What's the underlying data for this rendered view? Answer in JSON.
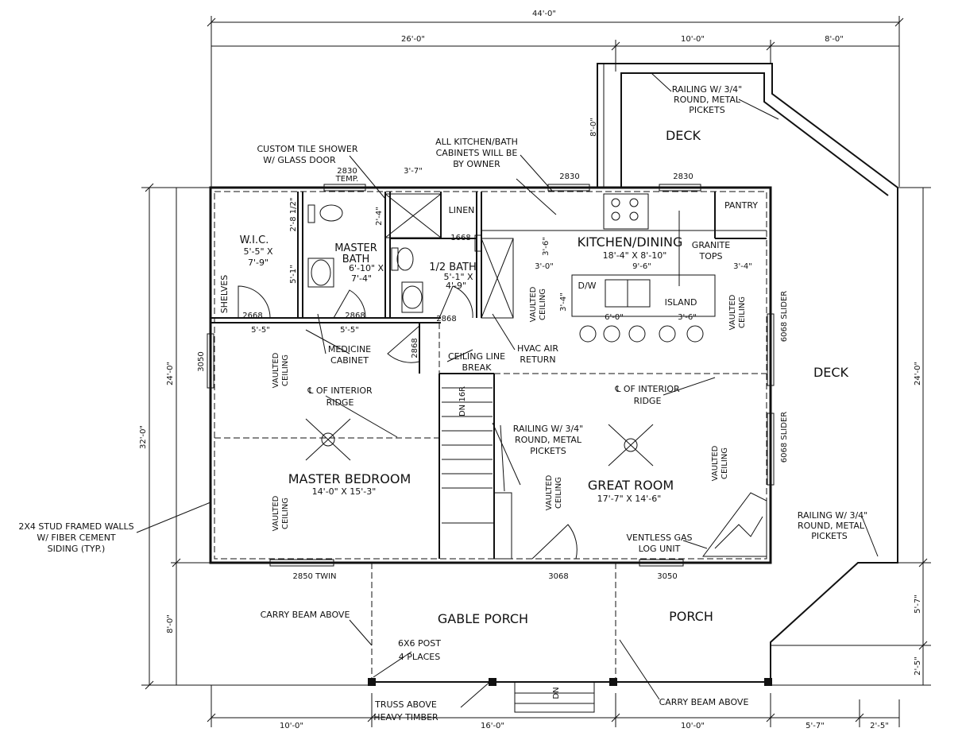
{
  "overall": {
    "width": "44'-0\"",
    "depth": "32'-0\""
  },
  "dims_top": [
    "26'-0\"",
    "10'-0\"",
    "8'-0\""
  ],
  "dims_bottom": [
    "10'-0\"",
    "16'-0\"",
    "10'-0\"",
    "5'-7\"",
    "2'-5\""
  ],
  "dims_left": [
    "24'-0\"",
    "8'-0\""
  ],
  "dims_right": [
    "24'-0\"",
    "5'-7\"",
    "2'-5\""
  ],
  "deck_dim": "8'-0\"",
  "rooms": {
    "wic": {
      "name": "W.I.C.",
      "size_a": "5'-5\" X",
      "size_b": "7'-9\""
    },
    "master_bath": {
      "name_a": "MASTER",
      "name_b": "BATH",
      "size_a": "6'-10\" X",
      "size_b": "7'-4\""
    },
    "half_bath": {
      "name": "1/2 BATH",
      "size_a": "5'-1\" X",
      "size_b": "4'-9\""
    },
    "linen": "LINEN",
    "kitchen": {
      "name": "KITCHEN/DINING",
      "size": "18'-4\" X 8'-10\""
    },
    "pantry": "PANTRY",
    "island": "ISLAND",
    "dw": "D/W",
    "shelves": "SHELVES",
    "master_bedroom": {
      "name": "MASTER BEDROOM",
      "size": "14'-0\" X 15'-3\""
    },
    "great_room": {
      "name": "GREAT ROOM",
      "size": "17'-7\" X 14'-6\""
    },
    "deck_upper": "DECK",
    "deck_right": "DECK",
    "gable_porch": "GABLE PORCH",
    "porch": "PORCH"
  },
  "notes": {
    "railing_a": "RAILING W/ 3/4\"",
    "railing_b": "ROUND, METAL",
    "railing_c": "PICKETS",
    "shower_a": "CUSTOM TILE SHOWER",
    "shower_b": "W/ GLASS DOOR",
    "cab_a": "ALL KITCHEN/BATH",
    "cab_b": "CABINETS WILL BE",
    "cab_c": "BY OWNER",
    "granite_a": "GRANITE",
    "granite_b": "TOPS",
    "medicine_a": "MEDICINE",
    "medicine_b": "CABINET",
    "hvac_a": "HVAC AIR",
    "hvac_b": "RETURN",
    "ceiling_a": "CEILING LINE",
    "ceiling_b": "BREAK",
    "ridge_a": "℄ OF INTERIOR",
    "ridge_b": "RIDGE",
    "vaulted_a": "VAULTED",
    "vaulted_b": "CEILING",
    "gas_a": "VENTLESS GAS",
    "gas_b": "LOG UNIT",
    "stud_a": "2X4 STUD FRAMED WALLS",
    "stud_b": "W/ FIBER CEMENT",
    "stud_c": "SIDING (TYP.)",
    "carry": "CARRY BEAM ABOVE",
    "post_a": "6X6 POST",
    "post_b": "4 PLACES",
    "truss_a": "TRUSS ABOVE",
    "truss_b": "HEAVY TIMBER",
    "temp": "TEMP.",
    "dn_stair": "DN 16R",
    "dn": "DN"
  },
  "openings": {
    "w2830": "2830",
    "w1668": "1668",
    "d2868": "2868",
    "d2668": "2668",
    "w3050": "3050",
    "w2850twin": "2850 TWIN",
    "d3068": "3068",
    "slider": "6068 SLIDER"
  },
  "small_dims": {
    "s3_7": "3'-7\"",
    "s2_8h": "2'-8 1/2\"",
    "s2_4": "2'-4\"",
    "s5_1": "5'-1\"",
    "s5_5": "5'-5\"",
    "s3_6": "3'-6\"",
    "s3_0": "3'-0\"",
    "s9_6": "9'-6\"",
    "s3_4": "3'-4\"",
    "s6_0": "6'-0\"",
    "s3_6b": "3'-6\""
  }
}
